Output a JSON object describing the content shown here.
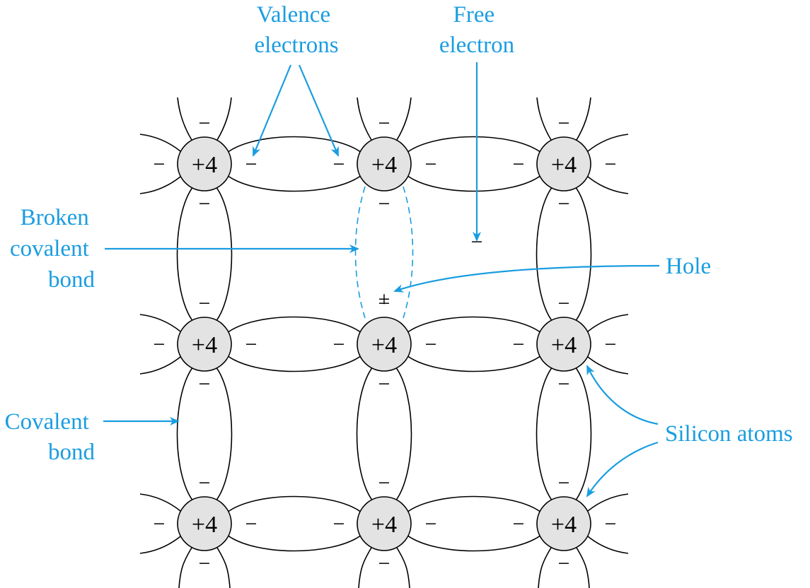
{
  "atoms": [
    {
      "label": "+4"
    },
    {
      "label": "+4"
    },
    {
      "label": "+4"
    },
    {
      "label": "+4"
    },
    {
      "label": "+4"
    },
    {
      "label": "+4"
    },
    {
      "label": "+4"
    },
    {
      "label": "+4"
    },
    {
      "label": "+4"
    }
  ],
  "electron_symbol": "−",
  "hole_symbol": "+",
  "labels": {
    "valence_electrons": [
      "Valence",
      "electrons"
    ],
    "free_electron": [
      "Free",
      "electron"
    ],
    "broken_covalent_bond": [
      "Broken",
      "covalent",
      "bond"
    ],
    "hole": [
      "Hole"
    ],
    "covalent_bond": [
      "Covalent",
      "bond"
    ],
    "silicon_atoms": [
      "Silicon atoms"
    ]
  },
  "colors": {
    "label": "#1a9de0",
    "atom_fill": "#e3e3e4",
    "line": "#000000"
  }
}
